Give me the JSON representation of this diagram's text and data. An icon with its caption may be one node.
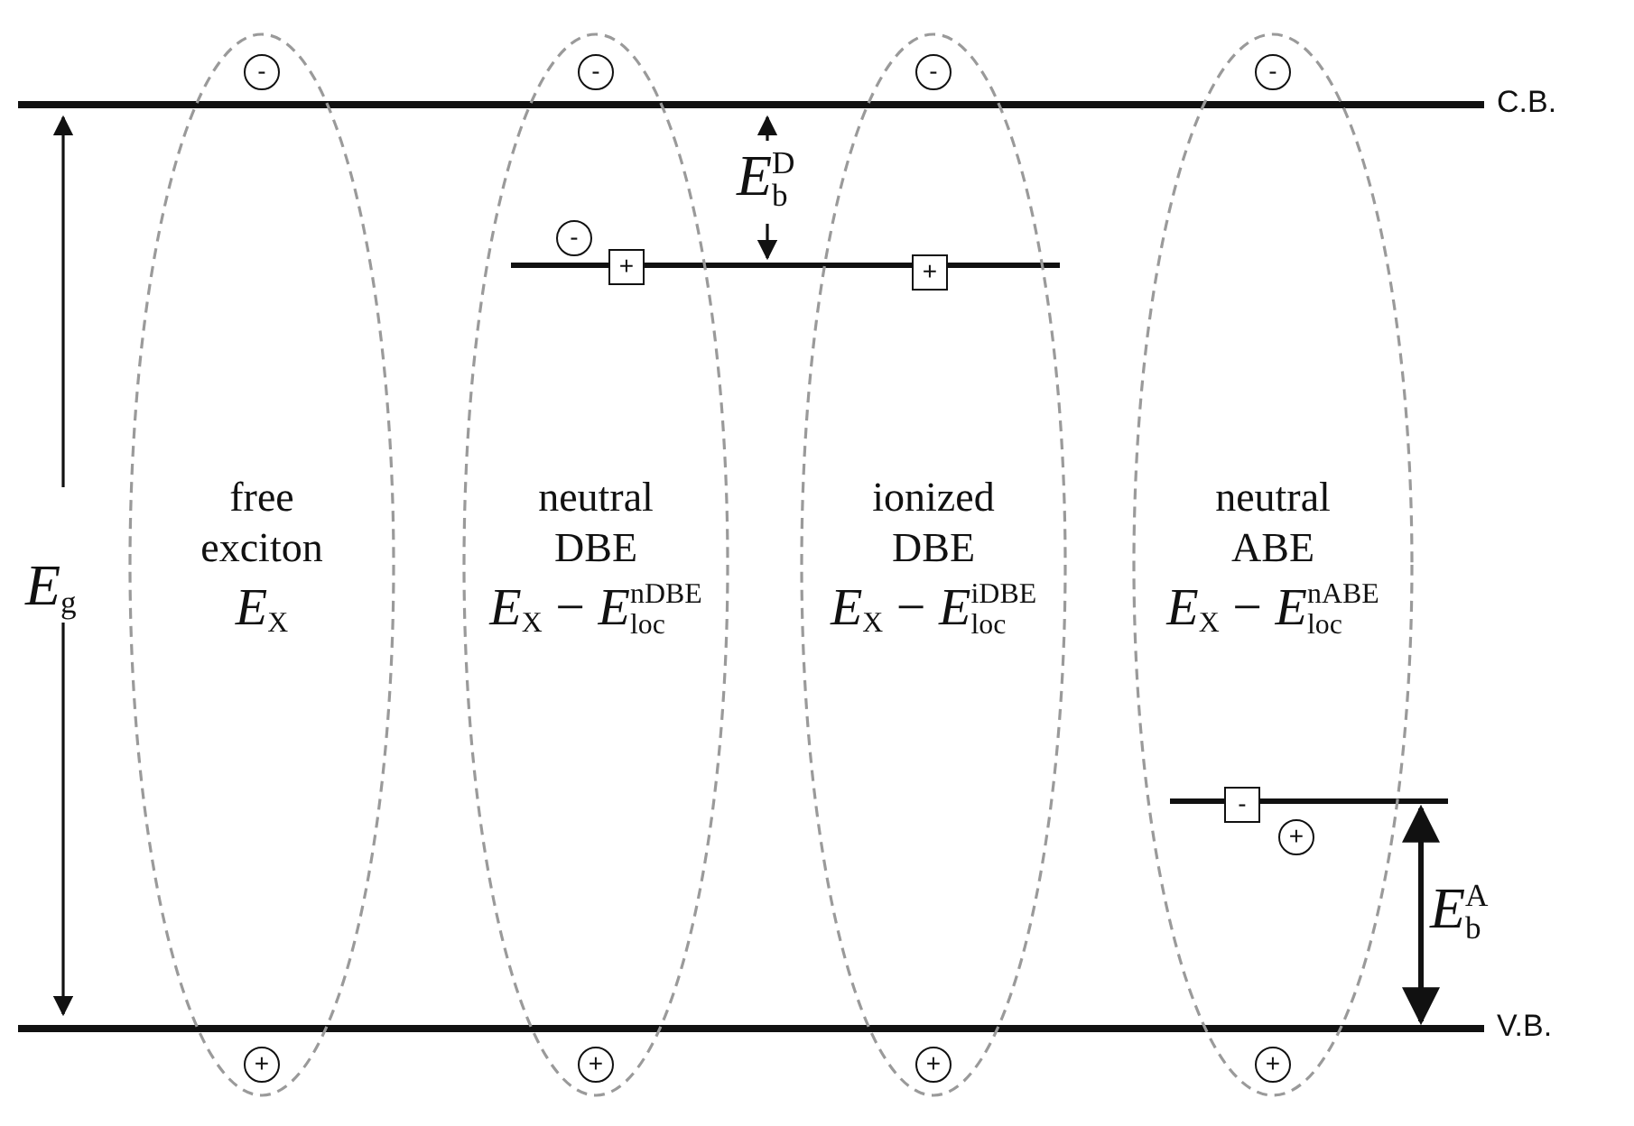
{
  "diagram": {
    "nodes": [
      {
        "text": [
          "free exciton",
          "*E*$_{X}$"
        ]
      },
      {
        "text": [
          "neutral DBE",
          "*E*$_{X}$ − *E*$^{nDBE}$$_{loc}$"
        ]
      },
      {
        "text": [
          "ionized DBE",
          "*E*$_{X}$ − *E*$^{iDBE}$$_{loc}$"
        ]
      },
      {
        "text": [
          "neutral ABE",
          "*E*$_{X}$ − *E*$^{nABE}$$_{loc}$"
        ]
      },
      {
        "text": [
          "-"
        ],
        "in": 0
      },
      {
        "text": [
          "-"
        ],
        "in": 1
      },
      {
        "text": [
          "-"
        ],
        "in": 2
      },
      {
        "text": [
          "-"
        ],
        "in": 3
      },
      {
        "text": [
          "-"
        ],
        "in": 1
      },
      {
        "text": [
          "+"
        ],
        "in": 1
      },
      {
        "text": [
          "+"
        ],
        "in": 2
      },
      {
        "text": [
          "-"
        ],
        "in": 3
      },
      {
        "text": [
          "+"
        ],
        "in": 3
      },
      {
        "text": [
          "+"
        ],
        "in": 0
      },
      {
        "text": [
          "+"
        ],
        "in": 1
      },
      {
        "text": [
          "+"
        ],
        "in": 2
      },
      {
        "text": [
          "+"
        ],
        "in": 3
      }
    ],
    "labels": [
      "C.B.",
      "*E*$^{D}$$_{b}$",
      "*E*$_{g}$",
      "*E*$^{A}$$_{b}$",
      "V.B."
    ]
  }
}
